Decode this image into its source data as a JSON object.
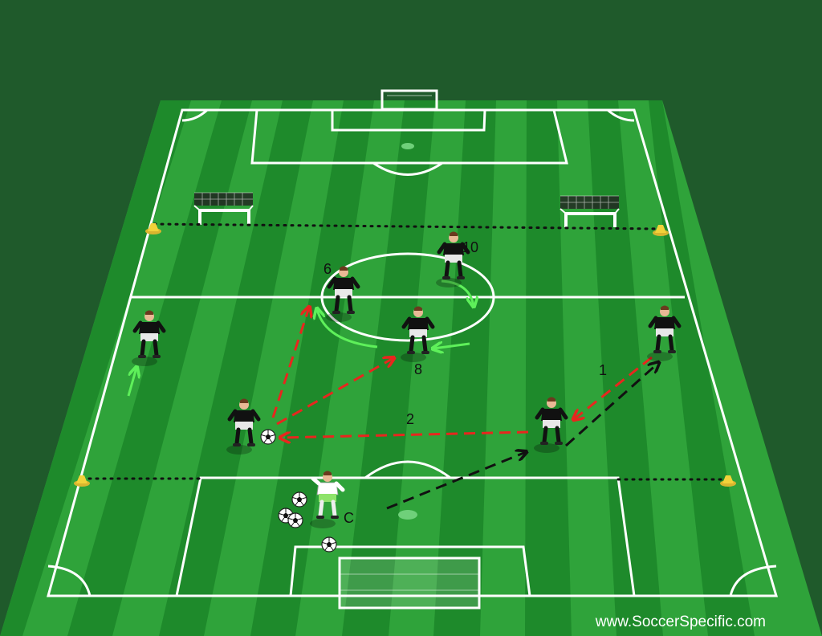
{
  "diagram": {
    "player_labels": {
      "p6": "6",
      "p10": "10",
      "p8": "8",
      "coach": "C"
    },
    "pass_labels": {
      "pass1": "1",
      "pass2": "2"
    },
    "watermark": "www.SoccerSpecific.com"
  },
  "colors": {
    "background": "#1f5a2b",
    "pitch_light": "#2fa33a",
    "pitch_dark": "#1e8a2b",
    "lines": "#ffffff",
    "pass_red": "#e8261e",
    "run_black": "#111111",
    "move_green": "#5ef05a",
    "cone": "#f2d23a",
    "player_kit": "#111111",
    "coach_kit": "#ffffff"
  }
}
